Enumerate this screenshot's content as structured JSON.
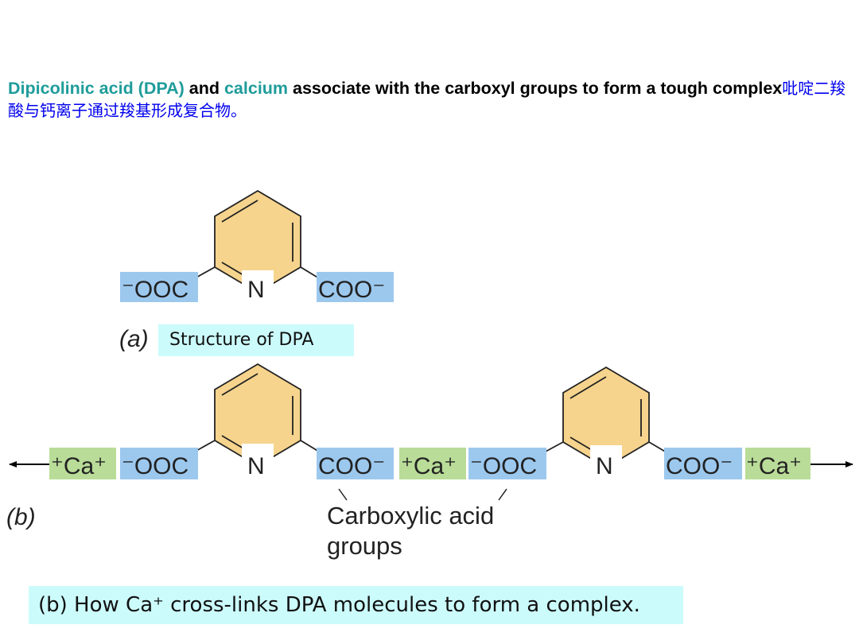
{
  "heading": {
    "part1": "Dipicolinic acid (DPA)",
    "part2": " and ",
    "part3": "calcium",
    "part4": " associate with the carboxyl groups to form a tough complex",
    "part5": "吡啶二羧酸与钙离子通过羧基形成复合物。"
  },
  "diagram_a": {
    "left_group": "⁻OOC",
    "nitrogen": "N",
    "right_group": "COO⁻",
    "part_label": "(a)",
    "caption": "Structure of DPA"
  },
  "diagram_b": {
    "calcium": "⁺Ca⁺",
    "left_group": "⁻OOC",
    "nitrogen": "N",
    "right_group": "COO⁻",
    "part_label": "(b)",
    "annotation_line1": "Carboxylic acid",
    "annotation_line2": "groups",
    "caption": "(b) How Ca⁺ cross-links DPA molecules to form a complex."
  },
  "colors": {
    "ring_fill": "#f6d48d",
    "carboxyl_box": "#9cc8ee",
    "calcium_box": "#b9dc98",
    "caption_box": "#ccfbfb",
    "heading_teal": "#1f9c9a",
    "chinese_text": "#0000ee"
  }
}
